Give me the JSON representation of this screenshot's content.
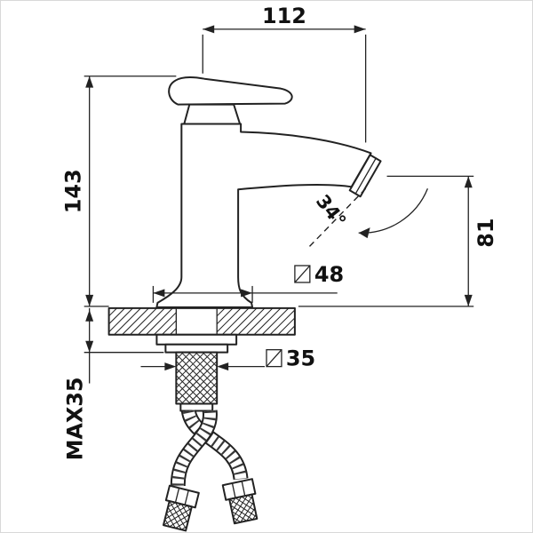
{
  "drawing": {
    "background": "#ffffff",
    "line_color": "#222222",
    "dimensions": {
      "top_width": "112",
      "overall_height": "143",
      "stream_angle": "34°",
      "spout_outlet_height": "81",
      "base_diameter": "48",
      "shank_diameter": "35",
      "max_mounting_thickness": "MAX35",
      "diameter_symbol": "⌀"
    }
  }
}
